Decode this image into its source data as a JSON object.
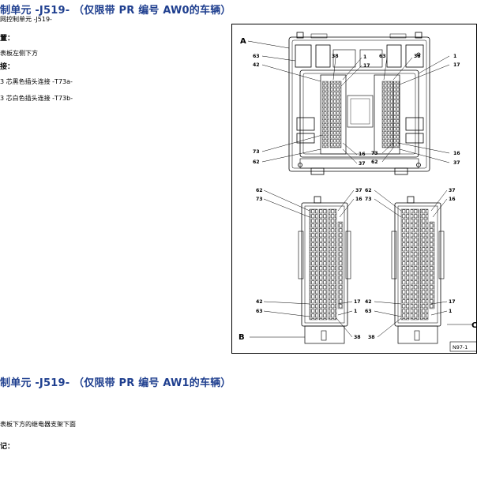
{
  "section1": {
    "heading": "制单元 -J519- （仅限带 PR 编号 AW0的车辆）",
    "subtitle": "网控制单元 -J519-",
    "location_label": "置：",
    "location_value": "表板左侧下方",
    "connector_label": "接：",
    "connector_a": "3 芯黑色插头连接 -T73a-",
    "connector_b": "3 芯白色插头连接 -T73b-"
  },
  "section2": {
    "heading": "制单元 -J519- （仅限带 PR 编号 AW1的车辆）",
    "location_value": "表板下方的继电器支架下面",
    "note_label": "记："
  },
  "figure": {
    "label_A": "A",
    "label_B": "B",
    "label_C": "C",
    "code": "N97-1",
    "top_labels": {
      "p63": "63",
      "p42": "42",
      "p38a": "38",
      "p1a": "1",
      "p17a": "17",
      "p63b": "63",
      "p38b": "38",
      "p1b": "1",
      "p17b": "17",
      "p73": "73",
      "p62": "62",
      "p16a": "16",
      "p37a": "37",
      "p73b": "73",
      "p62b": "62",
      "p16b": "16",
      "p37b": "37"
    },
    "bottom_labels": {
      "l62": "62",
      "l73": "73",
      "l37": "37",
      "l16": "16",
      "l42": "42",
      "l63": "63",
      "l17": "17",
      "l1": "1",
      "l38": "38",
      "r62": "62",
      "r73": "73",
      "r37": "37",
      "r16": "16",
      "r42": "42",
      "r63": "63",
      "r17": "17",
      "r1": "1",
      "r38": "38"
    }
  }
}
